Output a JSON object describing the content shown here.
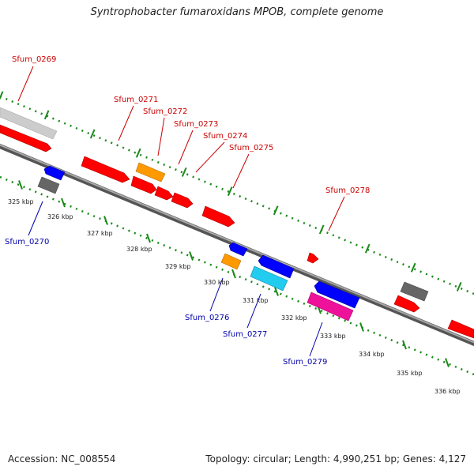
{
  "title": "Syntrophobacter fumaroxidans MPOB, complete genome",
  "footer": {
    "accession": "Accession: NC_008554",
    "topology": "Topology: circular; Length: 4,990,251 bp; Genes: 4,127"
  },
  "colors": {
    "backbone": "#7a7a7a",
    "forward_ticks": "#1a8a1a",
    "reverse_ticks": "#1a8a1a",
    "forward_label": "#cc0000",
    "reverse_label": "#0000aa",
    "red": "#ff0000",
    "orange": "#ff9900",
    "blue": "#0000ff",
    "cyan": "#22ccee",
    "magenta": "#ee1199",
    "gray": "#666666",
    "lightgray": "#cccccc"
  },
  "kbp_ticks": [
    "325 kbp",
    "326 kbp",
    "327 kbp",
    "328 kbp",
    "329 kbp",
    "330 kbp",
    "331 kbp",
    "332 kbp",
    "333 kbp",
    "334 kbp",
    "335 kbp",
    "336 kbp"
  ],
  "labels": {
    "sfum_0269": "Sfum_0269",
    "sfum_0270": "Sfum_0270",
    "sfum_0271": "Sfum_0271",
    "sfum_0272": "Sfum_0272",
    "sfum_0273": "Sfum_0273",
    "sfum_0274": "Sfum_0274",
    "sfum_0275": "Sfum_0275",
    "sfum_0276": "Sfum_0276",
    "sfum_0277": "Sfum_0277",
    "sfum_0278": "Sfum_0278",
    "sfum_0279": "Sfum_0279"
  }
}
